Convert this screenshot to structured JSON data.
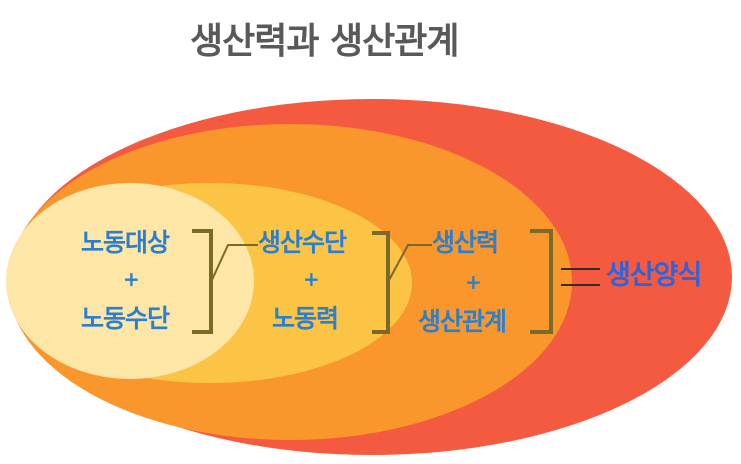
{
  "title": "생산력과 생산관계",
  "inner": {
    "top": "노동대상",
    "plus": "+",
    "bottom": "노동수단"
  },
  "middle": {
    "top": "생산수단",
    "plus": "+",
    "bottom": "노동력"
  },
  "outer": {
    "top": "생산력",
    "plus": "+",
    "bottom": "생산관계"
  },
  "result": "생산양식",
  "colors": {
    "outer_ellipse": "#f4533b",
    "second_ellipse": "#f9912a",
    "third_ellipse": "#fbc745",
    "inner_ellipse": "#fde7a8",
    "bracket": "#7a6a2a",
    "label": "#2a7fd0",
    "title": "#595959"
  }
}
